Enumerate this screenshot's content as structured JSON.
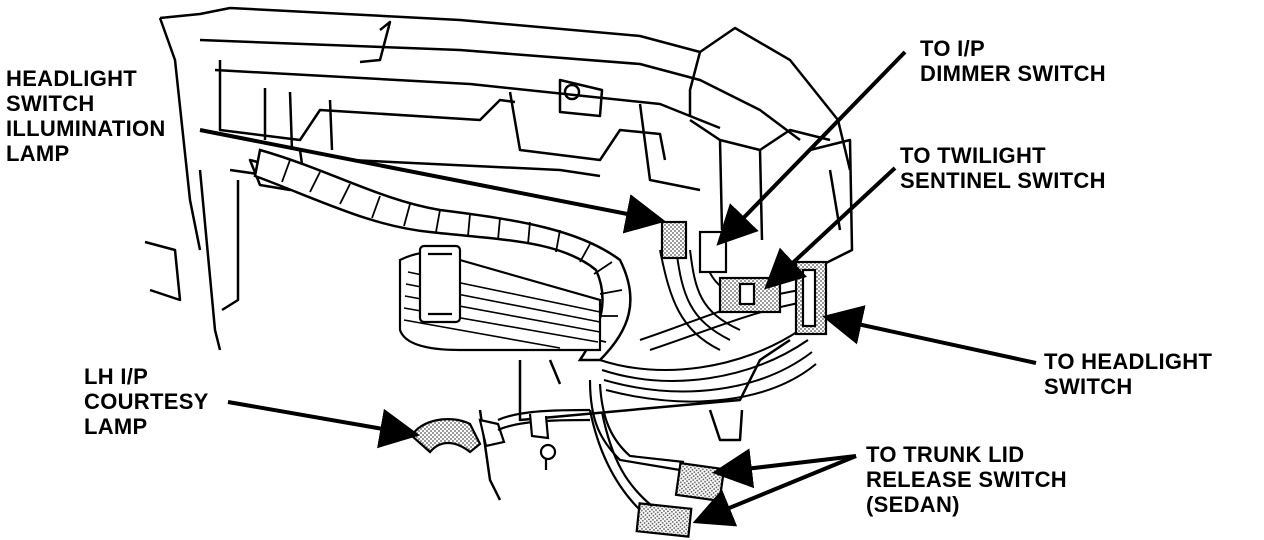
{
  "labels": {
    "headlight_switch_illumination_lamp": [
      "HEADLIGHT",
      "SWITCH",
      "ILLUMINATION",
      "LAMP"
    ],
    "to_ip_dimmer_switch": [
      "TO I/P",
      "DIMMER SWITCH"
    ],
    "to_twilight_sentinel_switch": [
      "TO TWILIGHT",
      "SENTINEL SWITCH"
    ],
    "to_headlight_switch": [
      "TO HEADLIGHT",
      "SWITCH"
    ],
    "lh_ip_courtesy_lamp": [
      "LH I/P",
      "COURTESY",
      "LAMP"
    ],
    "to_trunk_lid_release_switch": [
      "TO TRUNK LID",
      "RELEASE SWITCH",
      "(SEDAN)"
    ]
  },
  "colors": {
    "ink": "#000000",
    "paper": "#ffffff",
    "stipple": "#8a8a8a"
  }
}
